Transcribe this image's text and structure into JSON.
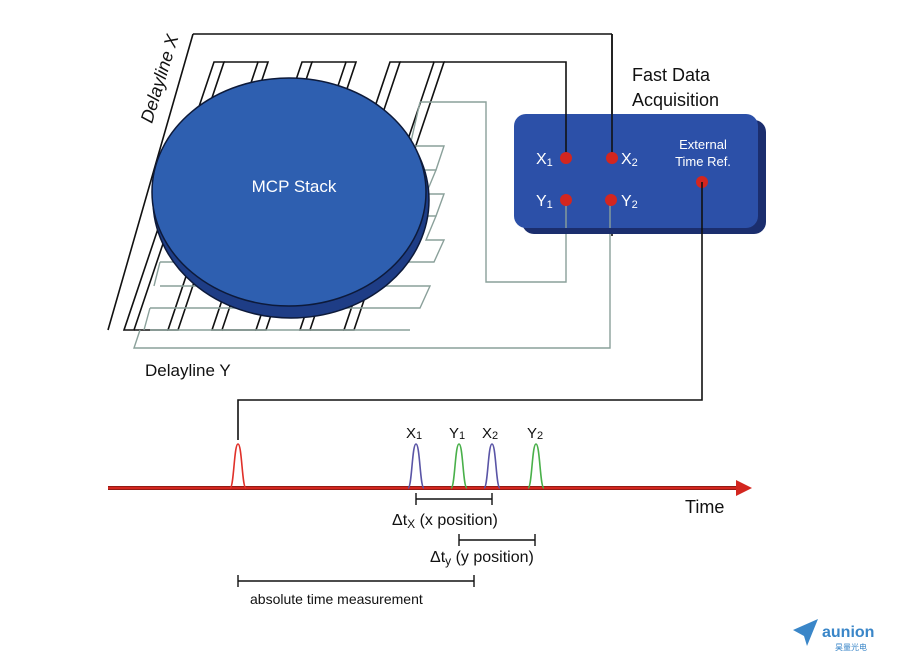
{
  "labels": {
    "delayline_x": "Delayline X",
    "delayline_y": "Delayline Y",
    "mcp_stack": "MCP Stack",
    "fast_data_acq_line1": "Fast Data",
    "fast_data_acq_line2": "Acquisition",
    "external_line1": "External",
    "external_line2": "Time Ref.",
    "time_axis": "Time"
  },
  "ports": {
    "x1": {
      "main": "X",
      "sub": "1"
    },
    "x2": {
      "main": "X",
      "sub": "2"
    },
    "y1": {
      "main": "Y",
      "sub": "1"
    },
    "y2": {
      "main": "Y",
      "sub": "2"
    }
  },
  "pulses": {
    "x1": {
      "main": "X",
      "sub": "1"
    },
    "y1": {
      "main": "Y",
      "sub": "1"
    },
    "x2": {
      "main": "X",
      "sub": "2"
    },
    "y2": {
      "main": "Y",
      "sub": "2"
    }
  },
  "measurements": {
    "dtx": {
      "delta": "Δt",
      "sub": "X",
      "rest": " (x position)"
    },
    "dty": {
      "delta": "Δt",
      "sub": "y",
      "rest": " (y position)"
    },
    "absolute": "absolute time measurement"
  },
  "logo": {
    "name": "aunion",
    "subtitle": "昊量光电"
  },
  "colors": {
    "mcp_fill": "#2e5fb0",
    "box_fill": "#2c50a8",
    "box_shadow": "#1b2e6e",
    "port_red": "#d3261f",
    "axis_red": "#d3261f",
    "pulse_red": "#e0312a",
    "pulse_purple": "#5a55a6",
    "pulse_green": "#49b04a",
    "wire_gray": "#8aa09a",
    "logo_blue": "#3a86c8"
  }
}
